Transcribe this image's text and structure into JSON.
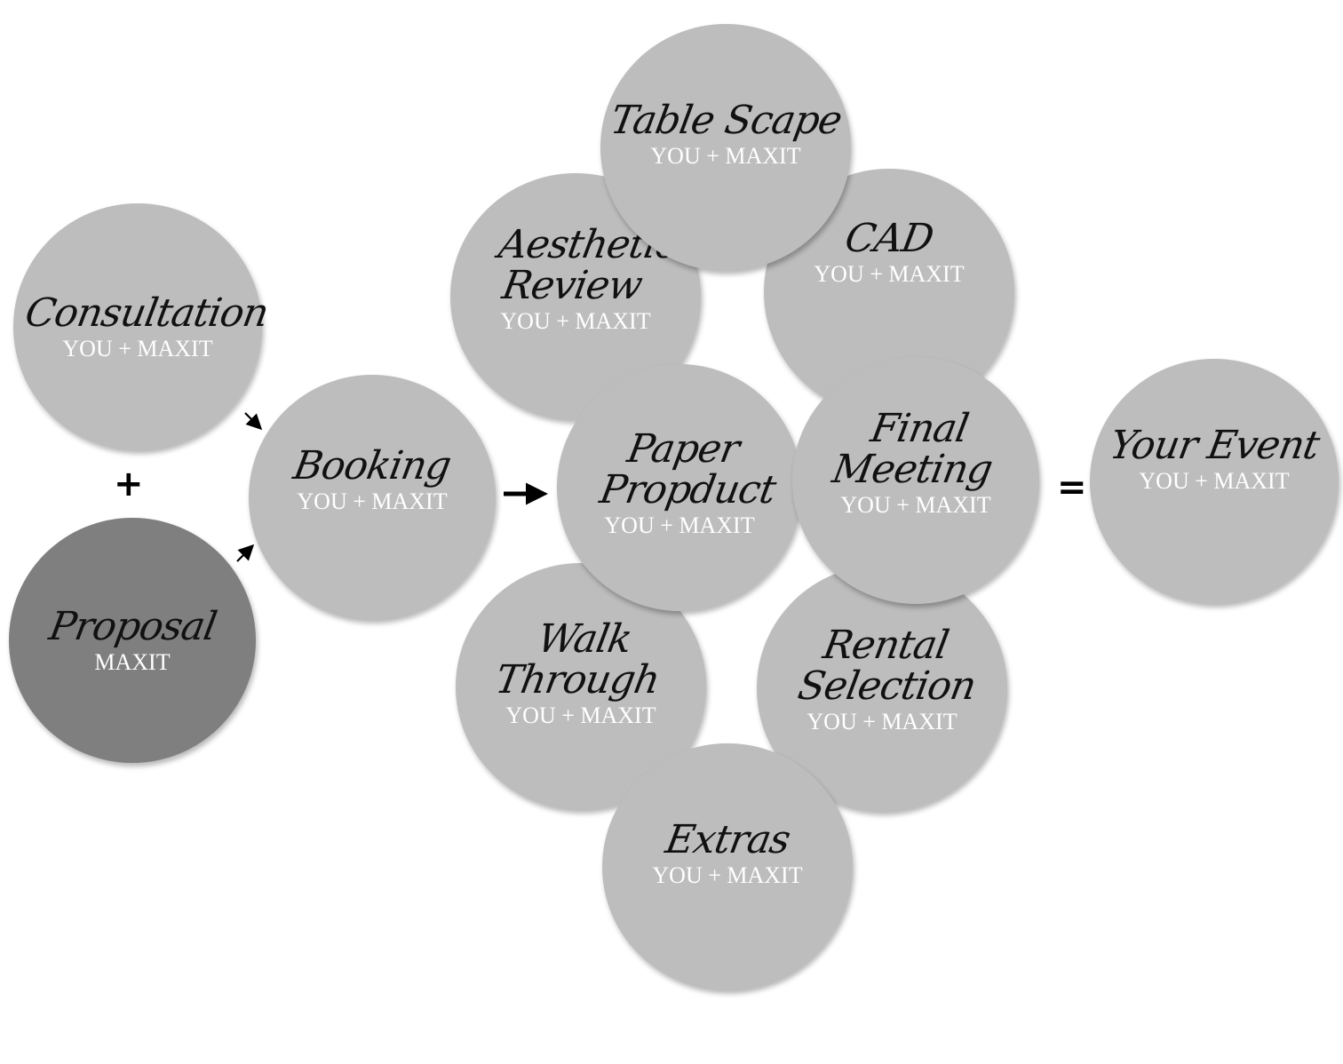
{
  "nodes": {
    "consultation": {
      "title": "Consultation",
      "sub": "YOU + MAXIT"
    },
    "proposal": {
      "title": "Proposal",
      "sub": "MAXIT"
    },
    "booking": {
      "title": "Booking",
      "sub": "YOU + MAXIT"
    },
    "aesthetic": {
      "title": "Aesthetic Review",
      "sub": "YOU + MAXIT"
    },
    "table_scape": {
      "title": "Table Scape",
      "sub": "YOU + MAXIT"
    },
    "cad": {
      "title": "CAD",
      "sub": "YOU + MAXIT"
    },
    "paper": {
      "title": "Paper Propduct",
      "sub": "YOU + MAXIT"
    },
    "final": {
      "title": "Final Meeting",
      "sub": "YOU + MAXIT"
    },
    "walk": {
      "title": "Walk Through",
      "sub": "YOU + MAXIT"
    },
    "rental": {
      "title": "Rental Selection",
      "sub": "YOU + MAXIT"
    },
    "extras": {
      "title": "Extras",
      "sub": "YOU + MAXIT"
    },
    "event": {
      "title": "Your Event",
      "sub": "YOU + MAXIT"
    }
  },
  "symbols": {
    "plus": "+",
    "equals": "="
  },
  "colors": {
    "circle_fill": "#bdbdbd",
    "proposal_fill": "#7f7f7f",
    "title_text": "#111111",
    "sub_text": "#ffffff"
  }
}
